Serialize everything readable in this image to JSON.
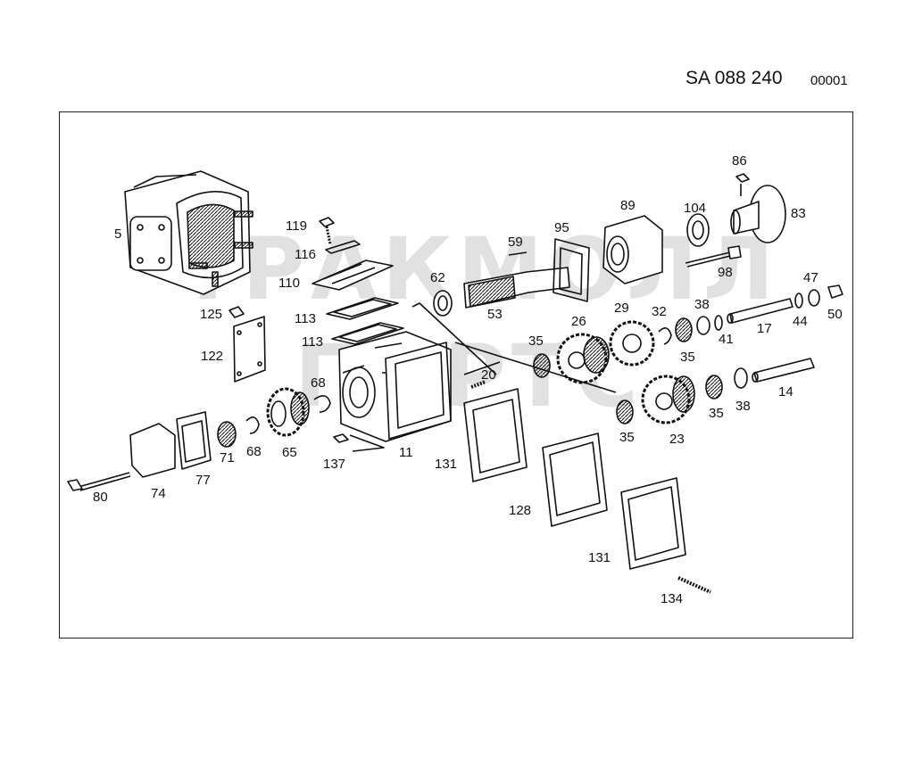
{
  "header": {
    "code": "SA 088 240",
    "sheet": "00001"
  },
  "watermark": {
    "line1": "ТРАКМОЛЛ",
    "line2": "ПАРТС"
  },
  "parts": [
    {
      "id": "p5",
      "label": "5"
    },
    {
      "id": "p119",
      "label": "119"
    },
    {
      "id": "p116",
      "label": "116"
    },
    {
      "id": "p110",
      "label": "110"
    },
    {
      "id": "p125",
      "label": "125"
    },
    {
      "id": "p113a",
      "label": "113"
    },
    {
      "id": "p113b",
      "label": "113"
    },
    {
      "id": "p122",
      "label": "122"
    },
    {
      "id": "p62",
      "label": "62"
    },
    {
      "id": "p53",
      "label": "53"
    },
    {
      "id": "p59",
      "label": "59"
    },
    {
      "id": "p95",
      "label": "95"
    },
    {
      "id": "p89",
      "label": "89"
    },
    {
      "id": "p104",
      "label": "104"
    },
    {
      "id": "p86",
      "label": "86"
    },
    {
      "id": "p83",
      "label": "83"
    },
    {
      "id": "p98",
      "label": "98"
    },
    {
      "id": "p47",
      "label": "47"
    },
    {
      "id": "p44",
      "label": "44"
    },
    {
      "id": "p50",
      "label": "50"
    },
    {
      "id": "p17",
      "label": "17"
    },
    {
      "id": "p41",
      "label": "41"
    },
    {
      "id": "p38a",
      "label": "38"
    },
    {
      "id": "p32",
      "label": "32"
    },
    {
      "id": "p29",
      "label": "29"
    },
    {
      "id": "p26",
      "label": "26"
    },
    {
      "id": "p35a",
      "label": "35"
    },
    {
      "id": "p35b",
      "label": "35"
    },
    {
      "id": "p20",
      "label": "20"
    },
    {
      "id": "p14",
      "label": "14"
    },
    {
      "id": "p38b",
      "label": "38"
    },
    {
      "id": "p35c",
      "label": "35"
    },
    {
      "id": "p23",
      "label": "23"
    },
    {
      "id": "p35d",
      "label": "35"
    },
    {
      "id": "p68a",
      "label": "68"
    },
    {
      "id": "p11",
      "label": "11"
    },
    {
      "id": "p137",
      "label": "137"
    },
    {
      "id": "p65",
      "label": "65"
    },
    {
      "id": "p68b",
      "label": "68"
    },
    {
      "id": "p71",
      "label": "71"
    },
    {
      "id": "p77",
      "label": "77"
    },
    {
      "id": "p74",
      "label": "74"
    },
    {
      "id": "p80",
      "label": "80"
    },
    {
      "id": "p131a",
      "label": "131"
    },
    {
      "id": "p128",
      "label": "128"
    },
    {
      "id": "p131b",
      "label": "131"
    },
    {
      "id": "p134",
      "label": "134"
    }
  ]
}
